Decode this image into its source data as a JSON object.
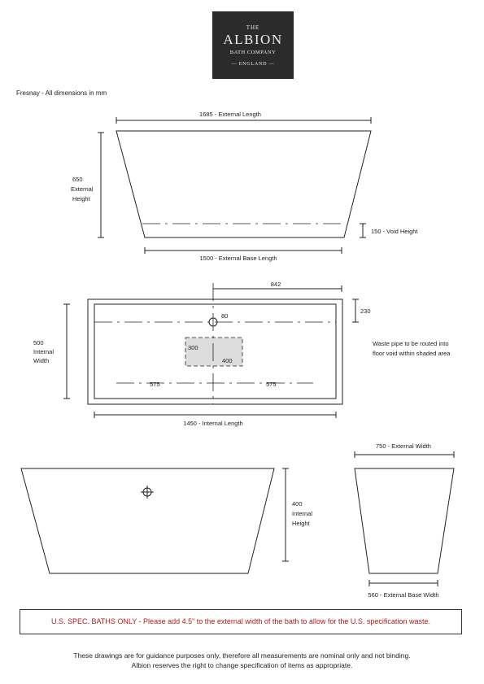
{
  "logo": {
    "line1": "THE",
    "line2": "ALBION",
    "line3": "BATH COMPANY",
    "line4": "— ENGLAND —"
  },
  "subtitle": "Fresnay - All dimensions in mm",
  "dims": {
    "external_length": "1685 - External Length",
    "external_height_value": "650",
    "external_height_l1": "External",
    "external_height_l2": "Height",
    "void_height": "150 - Void Height",
    "external_base_length": "1500 - External Base Length",
    "waste_offset": "842",
    "waste_from_top": "230",
    "waste_dia": "80",
    "internal_width_value": "500",
    "internal_width_l1": "Internal",
    "internal_width_l2": "Width",
    "void_w": "300",
    "void_h": "400",
    "half_left": "575",
    "half_right": "575",
    "internal_length": "1450 - Internal Length",
    "internal_height_value": "400",
    "internal_height_l1": "Internal",
    "internal_height_l2": "Height",
    "external_width": "750 - External Width",
    "external_base_width": "560 - External Base Width"
  },
  "waste_note": {
    "line1": "Waste pipe to be routed into",
    "line2": "floor void within shaded area"
  },
  "notice": "U.S. SPEC. BATHS ONLY - Please add 4.5\" to the external width of the bath to allow for the U.S. specification waste.",
  "disclaimer": {
    "line1": "These drawings are for guidance purposes only, therefore all measurements are nominal only and not binding.",
    "line2": "Albion reserves the right to change specification of items as appropriate."
  },
  "colors": {
    "notice_text": "#b01c1c",
    "logo_bg": "#2b2b2b",
    "void_fill": "#dddddd"
  }
}
